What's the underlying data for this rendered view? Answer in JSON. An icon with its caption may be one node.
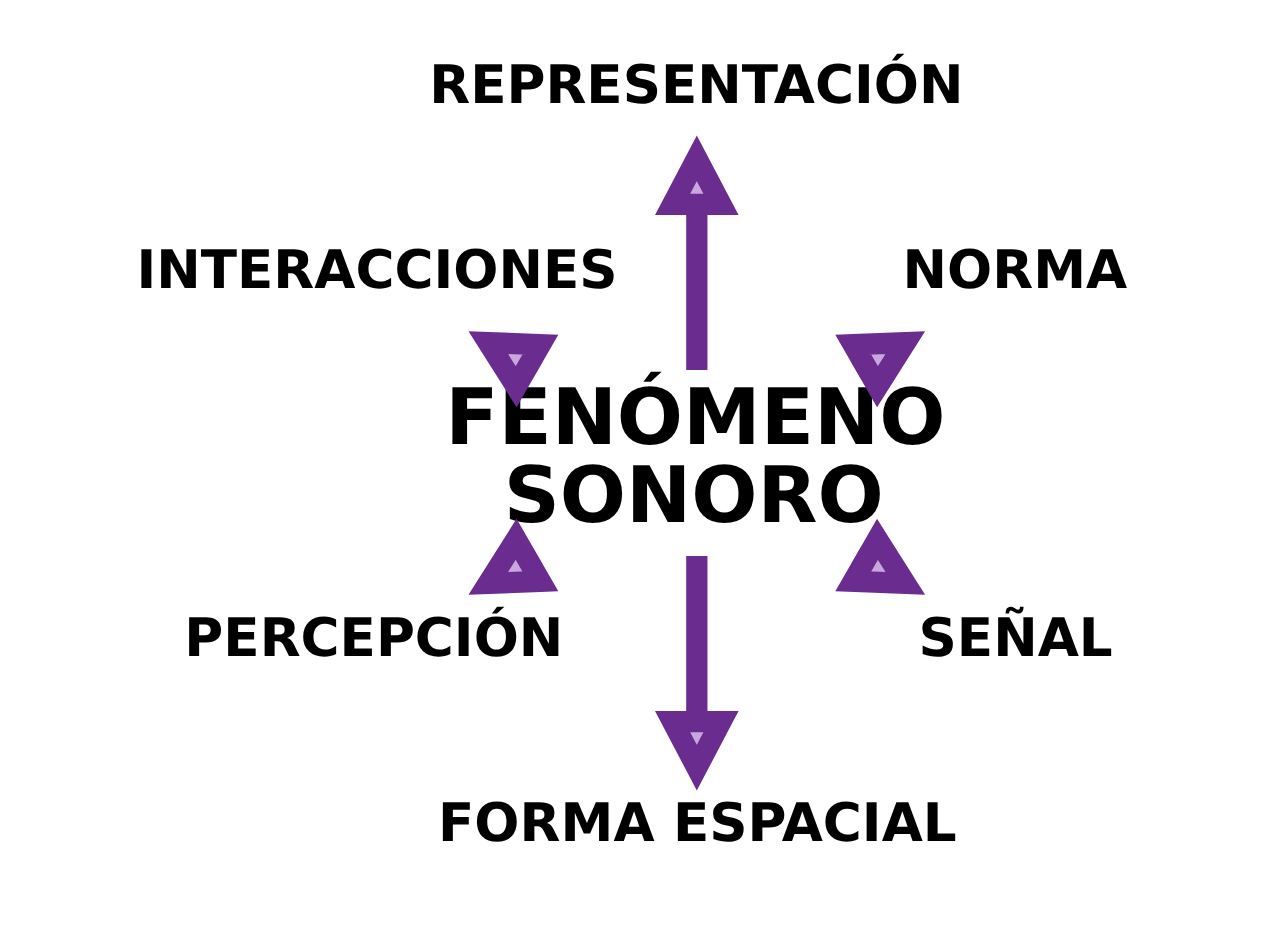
{
  "diagram": {
    "nodes": [
      {
        "text": [
          "SEÑAL"
        ]
      },
      {
        "text": [
          "NORMA"
        ]
      },
      {
        "text": [
          "FORMA ESPACIAL"
        ]
      },
      {
        "text": [
          "FENÓMENO SONORO"
        ]
      },
      {
        "text": [
          "REPRESENTACIÓN"
        ]
      },
      {
        "text": [
          "PERCEPCIÓN"
        ]
      },
      {
        "text": [
          "INTERACCIONES"
        ]
      }
    ],
    "edges": [
      {
        "from": 3,
        "to": 1,
        "arrow": "to"
      },
      {
        "from": 3,
        "to": 4,
        "arrow": "to"
      },
      {
        "from": 3,
        "to": 6,
        "arrow": "to"
      },
      {
        "from": 3,
        "to": 5,
        "arrow": "to"
      },
      {
        "from": 3,
        "to": 2,
        "arrow": "to"
      },
      {
        "from": 3,
        "to": 0,
        "arrow": "to"
      }
    ]
  }
}
